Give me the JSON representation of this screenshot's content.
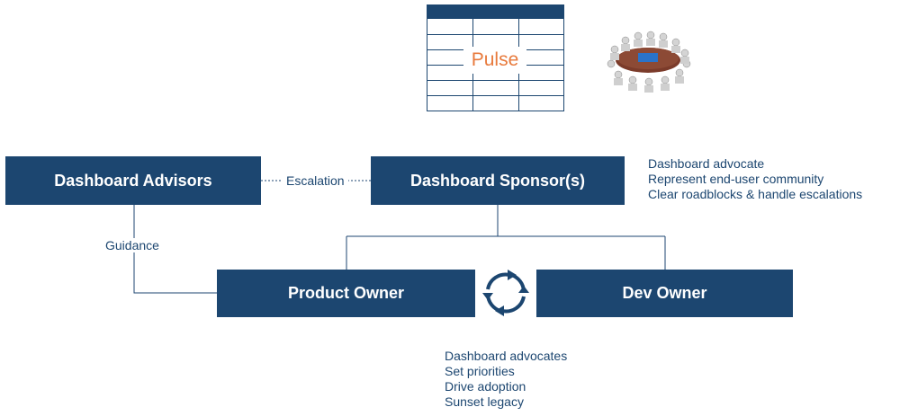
{
  "pulse": {
    "label": "Pulse"
  },
  "boxes": {
    "advisors": "Dashboard Advisors",
    "sponsor": "Dashboard Sponsor(s)",
    "product_owner": "Product Owner",
    "dev_owner": "Dev Owner"
  },
  "connectors": {
    "escalation": "Escalation",
    "guidance": "Guidance"
  },
  "sponsor_notes": [
    "Dashboard advocate",
    "Represent end-user community",
    "Clear roadblocks & handle escalations"
  ],
  "owner_notes": [
    "Dashboard advocates",
    "Set priorities",
    "Drive adoption",
    "Sunset legacy"
  ],
  "colors": {
    "box": "#1c4670",
    "pulse_text": "#e87a3c",
    "text": "#1c4670"
  }
}
